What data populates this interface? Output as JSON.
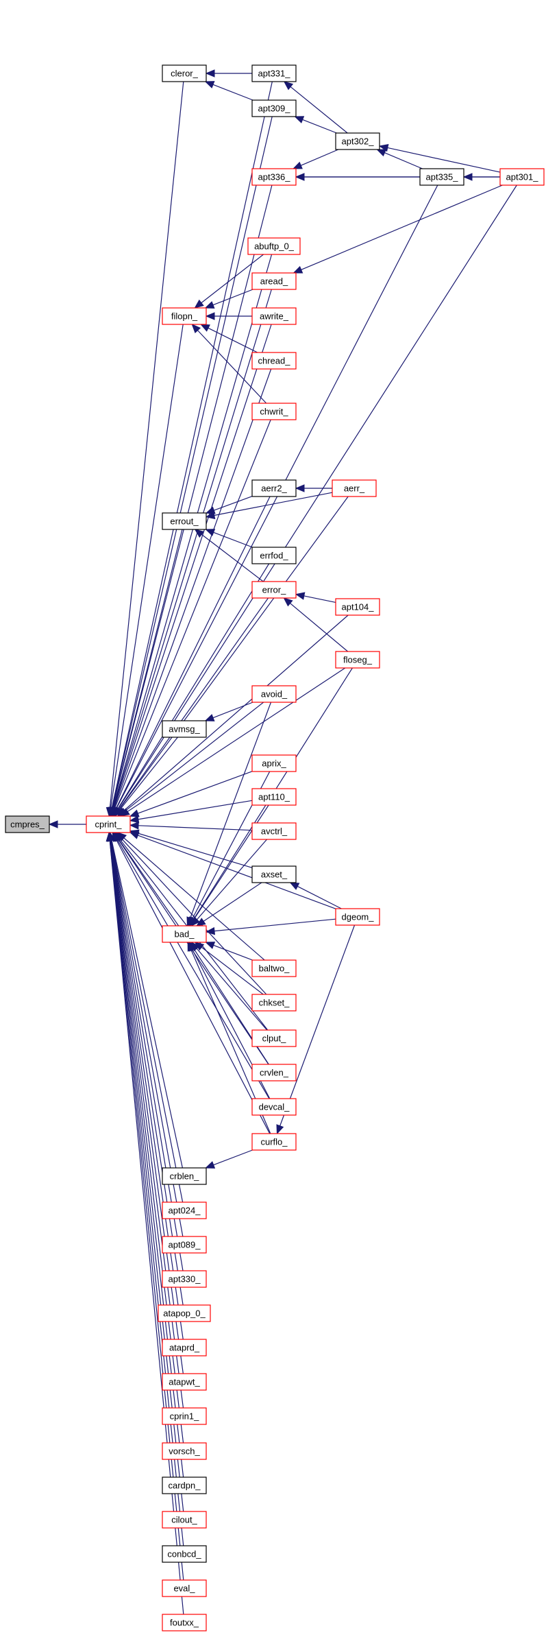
{
  "colors": {
    "edge": "#191970",
    "border_linked": "#ff0000",
    "border_plain": "#000000",
    "fill_focus": "#bfbfbf",
    "fill_default": "#ffffff"
  },
  "nodes": [
    {
      "id": "cmpres",
      "label": "cmpres_",
      "style": "focus"
    },
    {
      "id": "cprint",
      "label": "cprint_",
      "style": "red"
    },
    {
      "id": "cleror",
      "label": "cleror_",
      "style": "black"
    },
    {
      "id": "apt331",
      "label": "apt331_",
      "style": "black"
    },
    {
      "id": "apt309",
      "label": "apt309_",
      "style": "black"
    },
    {
      "id": "apt302",
      "label": "apt302_",
      "style": "black"
    },
    {
      "id": "apt336",
      "label": "apt336_",
      "style": "red"
    },
    {
      "id": "apt335",
      "label": "apt335_",
      "style": "black"
    },
    {
      "id": "apt301",
      "label": "apt301_",
      "style": "red"
    },
    {
      "id": "abuftp",
      "label": "abuftp_0_",
      "style": "red"
    },
    {
      "id": "aread",
      "label": "aread_",
      "style": "red"
    },
    {
      "id": "awrite",
      "label": "awrite_",
      "style": "red"
    },
    {
      "id": "filopn",
      "label": "filopn_",
      "style": "red"
    },
    {
      "id": "chread",
      "label": "chread_",
      "style": "red"
    },
    {
      "id": "chwrit",
      "label": "chwrit_",
      "style": "red"
    },
    {
      "id": "aerr2",
      "label": "aerr2_",
      "style": "black"
    },
    {
      "id": "aerr",
      "label": "aerr_",
      "style": "red"
    },
    {
      "id": "errout",
      "label": "errout_",
      "style": "black"
    },
    {
      "id": "errfod",
      "label": "errfod_",
      "style": "black"
    },
    {
      "id": "error",
      "label": "error_",
      "style": "red"
    },
    {
      "id": "apt104",
      "label": "apt104_",
      "style": "red"
    },
    {
      "id": "floseg",
      "label": "floseg_",
      "style": "red"
    },
    {
      "id": "avoid",
      "label": "avoid_",
      "style": "red"
    },
    {
      "id": "avmsg",
      "label": "avmsg_",
      "style": "black"
    },
    {
      "id": "aprix",
      "label": "aprix_",
      "style": "red"
    },
    {
      "id": "apt110",
      "label": "apt110_",
      "style": "red"
    },
    {
      "id": "avctrl",
      "label": "avctrl_",
      "style": "red"
    },
    {
      "id": "axset",
      "label": "axset_",
      "style": "black"
    },
    {
      "id": "dgeom",
      "label": "dgeom_",
      "style": "red"
    },
    {
      "id": "bad",
      "label": "bad_",
      "style": "red"
    },
    {
      "id": "baltwo",
      "label": "baltwo_",
      "style": "red"
    },
    {
      "id": "chkset",
      "label": "chkset_",
      "style": "red"
    },
    {
      "id": "clput",
      "label": "clput_",
      "style": "red"
    },
    {
      "id": "crvlen",
      "label": "crvlen_",
      "style": "red"
    },
    {
      "id": "devcal",
      "label": "devcal_",
      "style": "red"
    },
    {
      "id": "curflo",
      "label": "curflo_",
      "style": "red"
    },
    {
      "id": "crblen",
      "label": "crblen_",
      "style": "black"
    },
    {
      "id": "apt024",
      "label": "apt024_",
      "style": "red"
    },
    {
      "id": "apt089",
      "label": "apt089_",
      "style": "red"
    },
    {
      "id": "apt330",
      "label": "apt330_",
      "style": "red"
    },
    {
      "id": "atapop",
      "label": "atapop_0_",
      "style": "red"
    },
    {
      "id": "ataprd",
      "label": "ataprd_",
      "style": "red"
    },
    {
      "id": "atapwt",
      "label": "atapwt_",
      "style": "red"
    },
    {
      "id": "cprin1",
      "label": "cprin1_",
      "style": "red"
    },
    {
      "id": "vorsch",
      "label": "vorsch_",
      "style": "red"
    },
    {
      "id": "cardpn",
      "label": "cardpn_",
      "style": "black"
    },
    {
      "id": "cilout",
      "label": "cilout_",
      "style": "red"
    },
    {
      "id": "conbcd",
      "label": "conbcd_",
      "style": "black"
    },
    {
      "id": "eval",
      "label": "eval_",
      "style": "red"
    },
    {
      "id": "foutxx",
      "label": "foutxx_",
      "style": "red"
    }
  ],
  "edges": [
    [
      "cprint",
      "cmpres"
    ],
    [
      "cleror",
      "cprint"
    ],
    [
      "apt331",
      "cprint"
    ],
    [
      "apt309",
      "cprint"
    ],
    [
      "apt301",
      "cprint"
    ],
    [
      "apt336",
      "cprint"
    ],
    [
      "apt335",
      "cprint"
    ],
    [
      "abuftp",
      "cprint"
    ],
    [
      "aread",
      "cprint"
    ],
    [
      "awrite",
      "cprint"
    ],
    [
      "filopn",
      "cprint"
    ],
    [
      "chread",
      "cprint"
    ],
    [
      "chwrit",
      "cprint"
    ],
    [
      "aerr",
      "cprint"
    ],
    [
      "aerr2",
      "cprint"
    ],
    [
      "errout",
      "cprint"
    ],
    [
      "errfod",
      "cprint"
    ],
    [
      "error",
      "cprint"
    ],
    [
      "apt104",
      "cprint"
    ],
    [
      "floseg",
      "cprint"
    ],
    [
      "avoid",
      "cprint"
    ],
    [
      "avmsg",
      "cprint"
    ],
    [
      "aprix",
      "cprint"
    ],
    [
      "apt110",
      "cprint"
    ],
    [
      "avctrl",
      "cprint"
    ],
    [
      "axset",
      "cprint"
    ],
    [
      "dgeom",
      "cprint"
    ],
    [
      "bad",
      "cprint"
    ],
    [
      "baltwo",
      "cprint"
    ],
    [
      "chkset",
      "cprint"
    ],
    [
      "clput",
      "cprint"
    ],
    [
      "crvlen",
      "cprint"
    ],
    [
      "devcal",
      "cprint"
    ],
    [
      "curflo",
      "cprint"
    ],
    [
      "crblen",
      "cprint"
    ],
    [
      "apt024",
      "cprint"
    ],
    [
      "apt089",
      "cprint"
    ],
    [
      "apt330",
      "cprint"
    ],
    [
      "atapop",
      "cprint"
    ],
    [
      "ataprd",
      "cprint"
    ],
    [
      "atapwt",
      "cprint"
    ],
    [
      "cprin1",
      "cprint"
    ],
    [
      "vorsch",
      "cprint"
    ],
    [
      "cardpn",
      "cprint"
    ],
    [
      "cilout",
      "cprint"
    ],
    [
      "conbcd",
      "cprint"
    ],
    [
      "eval",
      "cprint"
    ],
    [
      "foutxx",
      "cprint"
    ],
    [
      "apt331",
      "cleror"
    ],
    [
      "apt309",
      "cleror"
    ],
    [
      "apt302",
      "apt331"
    ],
    [
      "apt302",
      "apt309"
    ],
    [
      "apt335",
      "apt302"
    ],
    [
      "apt301",
      "apt302"
    ],
    [
      "apt302",
      "apt336"
    ],
    [
      "apt335",
      "apt336"
    ],
    [
      "apt301",
      "apt336"
    ],
    [
      "apt301",
      "apt335"
    ],
    [
      "apt301",
      "aread"
    ],
    [
      "abuftp",
      "filopn"
    ],
    [
      "aread",
      "filopn"
    ],
    [
      "awrite",
      "filopn"
    ],
    [
      "chread",
      "filopn"
    ],
    [
      "chwrit",
      "filopn"
    ],
    [
      "aerr",
      "aerr2"
    ],
    [
      "aerr2",
      "errout"
    ],
    [
      "aerr",
      "errout"
    ],
    [
      "errfod",
      "errout"
    ],
    [
      "error",
      "errout"
    ],
    [
      "apt104",
      "error"
    ],
    [
      "floseg",
      "error"
    ],
    [
      "avoid",
      "avmsg"
    ],
    [
      "dgeom",
      "axset"
    ],
    [
      "avoid",
      "bad"
    ],
    [
      "floseg",
      "bad"
    ],
    [
      "aprix",
      "bad"
    ],
    [
      "apt110",
      "bad"
    ],
    [
      "avctrl",
      "bad"
    ],
    [
      "axset",
      "bad"
    ],
    [
      "dgeom",
      "bad"
    ],
    [
      "baltwo",
      "bad"
    ],
    [
      "chkset",
      "bad"
    ],
    [
      "clput",
      "bad"
    ],
    [
      "crvlen",
      "bad"
    ],
    [
      "devcal",
      "bad"
    ],
    [
      "curflo",
      "bad"
    ],
    [
      "dgeom",
      "curflo"
    ],
    [
      "curflo",
      "crblen"
    ]
  ]
}
